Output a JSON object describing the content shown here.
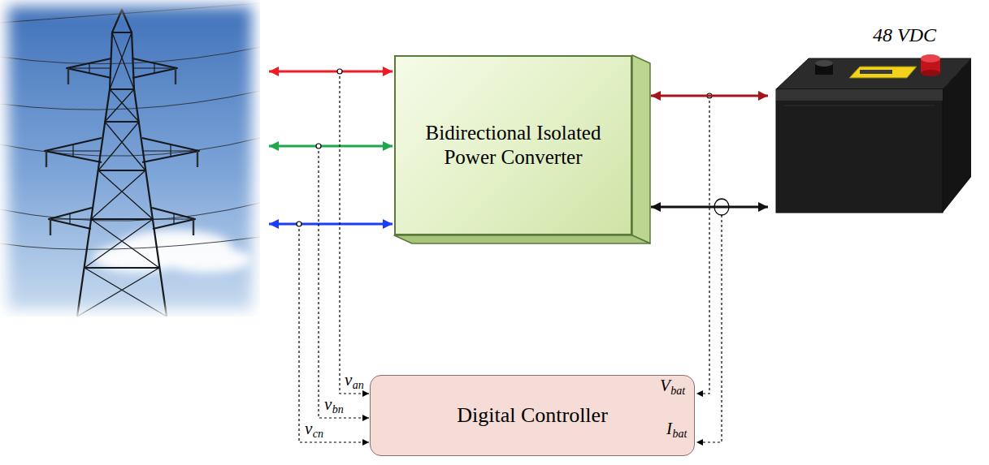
{
  "diagram": {
    "nodes": [
      {
        "text": [
          "Bidirectional Isolated Power Converter"
        ]
      },
      {
        "text": [
          "48 VDC"
        ]
      },
      {
        "text": [
          "Digital Controller"
        ]
      }
    ],
    "edges": [
      {
        "from": 0,
        "to": 1,
        "arrow": "both"
      },
      {
        "from": 0,
        "to": 1,
        "arrow": "both"
      }
    ],
    "labels": [
      "v",
      "an",
      "v",
      "bn",
      "v",
      "cn",
      "V",
      "bat",
      "I",
      "bat"
    ]
  }
}
